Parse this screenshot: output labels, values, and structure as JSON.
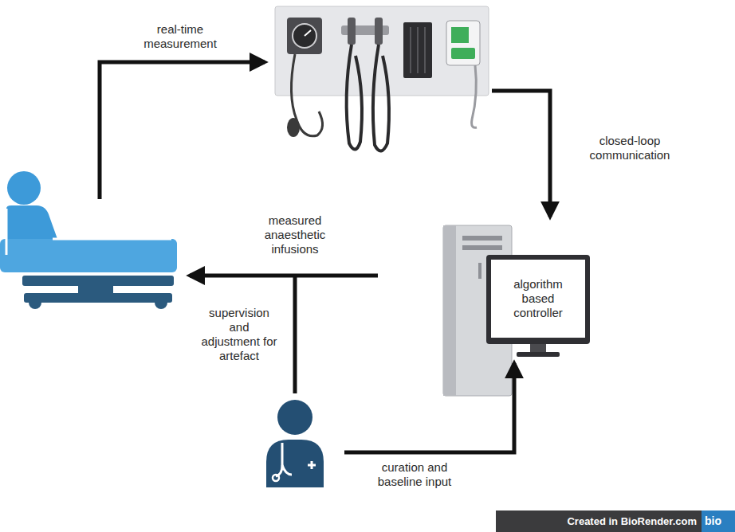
{
  "diagram": {
    "nodes": [
      {
        "text": [
          "algorithm based controller"
        ]
      }
    ],
    "labels": [
      "real-time measurement",
      "closed-loop communication",
      "measured anaesthetic infusions",
      "supervision and adjustment for artefact",
      "curation and baseline input",
      "Created in BioRender.com",
      "bio"
    ]
  }
}
